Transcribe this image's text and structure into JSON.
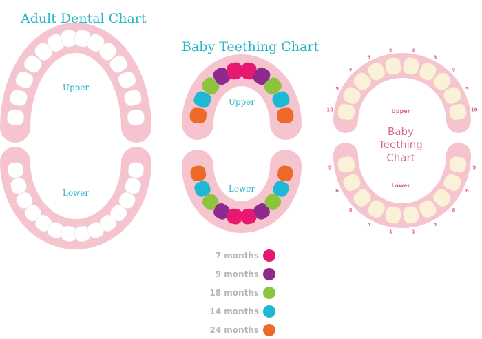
{
  "adult": {
    "title": "Adult Dental Chart",
    "upper": "Upper",
    "lower": "Lower"
  },
  "baby": {
    "title": "Baby Teething Chart",
    "upper": "Upper",
    "lower": "Lower",
    "upper_teeth": [
      "24 months",
      "14 months",
      "18 months",
      "9 months",
      "7 months",
      "7 months",
      "9 months",
      "18 months",
      "14 months",
      "24 months"
    ],
    "lower_teeth": [
      "24 months",
      "14 months",
      "18 months",
      "9 months",
      "7 months",
      "7 months",
      "9 months",
      "18 months",
      "14 months",
      "24 months"
    ]
  },
  "baby_chart": {
    "title_lines": [
      "Baby",
      "Teething",
      "Chart"
    ],
    "upper": "Upper",
    "lower": "Lower",
    "upper_numbers": [
      "10",
      "5",
      "7",
      "3",
      "2",
      "2",
      "3",
      "7",
      "5",
      "10"
    ],
    "lower_numbers": [
      "9",
      "6",
      "8",
      "4",
      "1",
      "1",
      "4",
      "8",
      "6",
      "9"
    ]
  },
  "legend": [
    {
      "label": "7 months",
      "color": "#e8176f"
    },
    {
      "label": "9 months",
      "color": "#8e2a8f"
    },
    {
      "label": "18 months",
      "color": "#8cc43f"
    },
    {
      "label": "14 months",
      "color": "#1cb8d4"
    },
    {
      "label": "24 months",
      "color": "#ee6a2a"
    }
  ],
  "colors": {
    "gum": "#f6c4cf",
    "title": "#2bb5c8",
    "baby_text": "#d96b92",
    "tooth": "#ffffff",
    "baby_tooth": "#fbf1d9"
  }
}
